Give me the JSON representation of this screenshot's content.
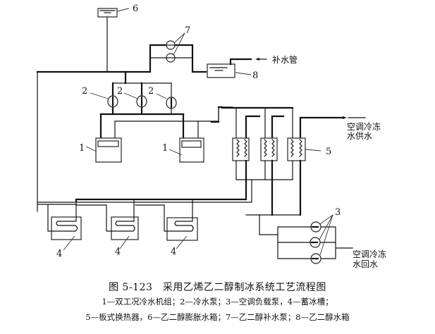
{
  "figure": {
    "title": "图 5-123　采用乙烯乙二醇制冰系统工艺流程图",
    "legend_line1": "1—双工况冷水机组；2—冷水泵；3—空调负载泵，4—蓄冰槽；",
    "legend_line2": "5—板式换热器，6—乙二醇膨胀水箱；7—乙二醇补水泵；8—乙二醇水箱"
  },
  "labels": {
    "n1": "1",
    "n2": "2",
    "n3": "3",
    "n4": "4",
    "n5": "5",
    "n6": "6",
    "n7": "7",
    "n8": "8",
    "makeup_pipe": "补水管",
    "supply_line1": "空调冷冻",
    "supply_line2": "水供水",
    "return_line1": "空调冷冻",
    "return_line2": "水回水"
  },
  "components": [
    {
      "id": 1,
      "name": "双工况冷水机组",
      "count": 2
    },
    {
      "id": 2,
      "name": "冷水泵",
      "count": 3
    },
    {
      "id": 3,
      "name": "空调负载泵",
      "count": 3
    },
    {
      "id": 4,
      "name": "蓄冰槽",
      "count": 3
    },
    {
      "id": 5,
      "name": "板式换热器",
      "count": 3
    },
    {
      "id": 6,
      "name": "乙二醇膨胀水箱",
      "count": 1
    },
    {
      "id": 7,
      "name": "乙二醇补水泵",
      "count": 2
    },
    {
      "id": 8,
      "name": "乙二醇水箱",
      "count": 1
    }
  ]
}
